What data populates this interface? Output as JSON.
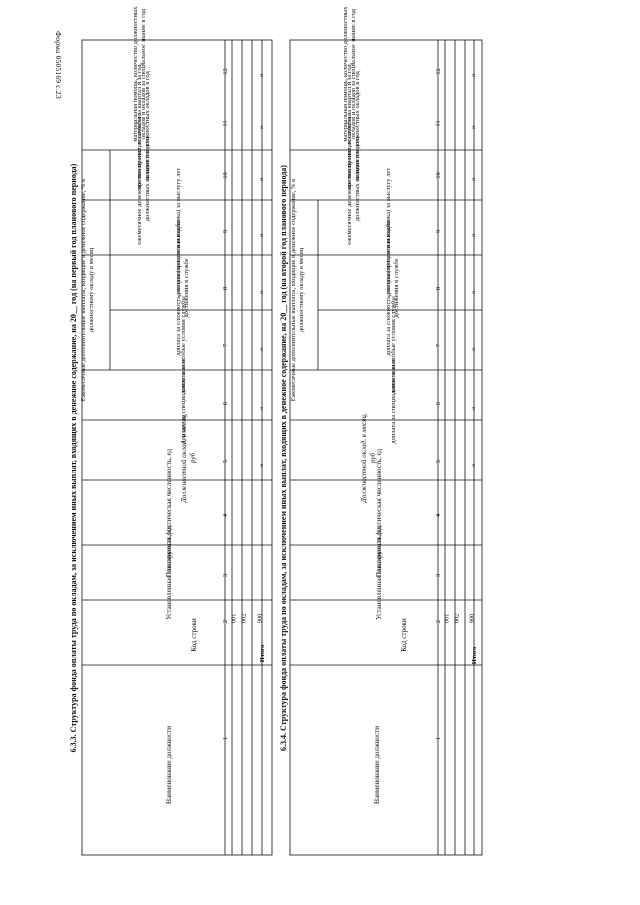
{
  "form_code": "Форма 0505169 с.23",
  "tables": [
    {
      "title": "6.3.3. Структура фонда оплаты труда по окладам, за исключением иных выплат, входящих в денежное содержание, на  20__  год (на первый год планового периода)",
      "headers": {
        "position_name": "Наименование должности",
        "row_code": "Код строки",
        "staff_established": "Установленная численность, ед",
        "staff_planned": "Планируемая фактическая численность, ед",
        "salary": "Должностной оклад, в месяц, руб",
        "monthly_group": "Ежемесячные дополнительные выплаты, входящие в денежное содержание, % к должностному окладу в месяц",
        "special_rank": "доплата за специальное звание",
        "special_conditions": "доплата за особые условия службы",
        "complexity": "доплата за сложность, напряженность и высокие достижения в службе",
        "secrecy": "доплата (процентная надбавка) за выслугу лет",
        "incentive": "ежемесячное денежное поощрение, количество должностных окладов в месяц",
        "quarterly_bonus": "премия по итогам службы за квартал и за год, количество должностных окладов в год",
        "material_aid": "материальная помощь, количество должностных окладов и окладов за специальное звание в год"
      },
      "column_numbers": [
        "1",
        "2",
        "3",
        "4",
        "5",
        "6",
        "7",
        "8",
        "9",
        "10",
        "11",
        "12"
      ],
      "rows": [
        {
          "code": "001",
          "values": [
            "",
            "",
            "",
            "",
            "",
            "",
            "",
            "",
            "",
            "",
            ""
          ]
        },
        {
          "code": "002",
          "values": [
            "",
            "",
            "",
            "",
            "",
            "",
            "",
            "",
            "",
            "",
            ""
          ]
        },
        {
          "code": "900",
          "label": "Итого",
          "values": [
            "",
            "",
            "x",
            "x",
            "x",
            "x",
            "x",
            "x",
            "x",
            "x"
          ]
        }
      ]
    },
    {
      "title": "6.3.4. Структура фонда оплаты труда по окладам, за исключением иных выплат, входящих в денежное содержание, на  20__  год (на второй год планового периода)",
      "headers": {
        "position_name": "Наименование должности",
        "row_code": "Код строки",
        "staff_established": "Установленная численность, ед",
        "staff_planned": "Планируемая фактическая численность, ед",
        "salary": "Должностной оклад, в месяц, руб",
        "monthly_group": "Ежемесячные дополнительные выплаты, входящие в денежное содержание, % к должностному окладу в месяц",
        "special_rank": "доплата за специальное звание",
        "special_conditions": "доплата за особые условия службы",
        "complexity": "доплата за сложность, напряженность и высокие достижения в службе",
        "secrecy": "доплата (процентная надбавка) за выслугу лет",
        "incentive": "ежемесячное денежное поощрение, количество должностных окладов в месяц",
        "quarterly_bonus": "премия по итогам службы за квартал и за год, количество должностных окладов в год",
        "material_aid": "материальная помощь, количество должностных окладов и окладов за специальное звание в год"
      },
      "column_numbers": [
        "1",
        "2",
        "3",
        "4",
        "5",
        "6",
        "7",
        "8",
        "9",
        "10",
        "11",
        "12"
      ],
      "rows": [
        {
          "code": "001",
          "values": [
            "",
            "",
            "",
            "",
            "",
            "",
            "",
            "",
            "",
            "",
            ""
          ]
        },
        {
          "code": "002",
          "values": [
            "",
            "",
            "",
            "",
            "",
            "",
            "",
            "",
            "",
            "",
            ""
          ]
        },
        {
          "code": "900",
          "label": "Итого",
          "values": [
            "",
            "",
            "x",
            "x",
            "x",
            "x",
            "x",
            "x",
            "x",
            "x"
          ]
        }
      ]
    }
  ]
}
